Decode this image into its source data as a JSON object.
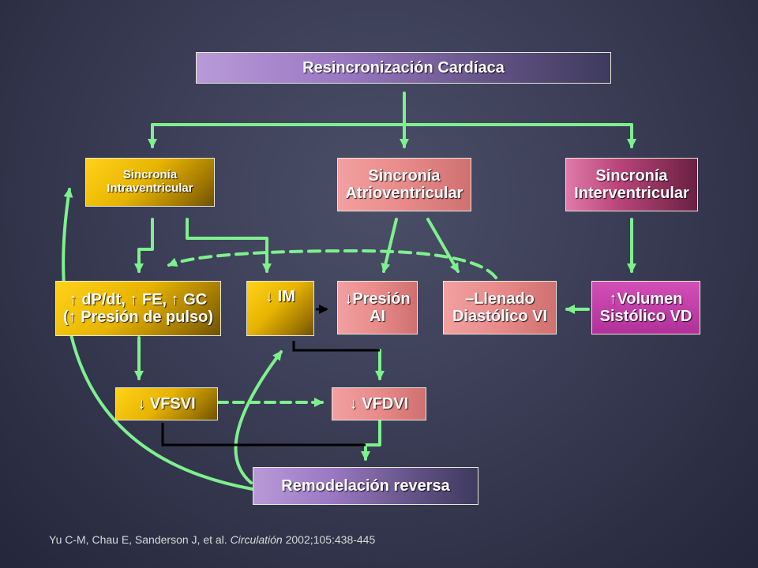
{
  "title": "Resincronización Cardíaca",
  "sincronia_intra": {
    "line1": "Sincronía",
    "line2": "Intraventricular"
  },
  "sincronia_atrio": {
    "line1": "Sincronía",
    "line2": "Atrioventricular"
  },
  "sincronia_inter": {
    "line1": "Sincronía",
    "line2": "Interventricular"
  },
  "dpdt": {
    "line1": "↑ dP/dt, ↑ FE, ↑ GC",
    "line2": "(↑ Presión de pulso)"
  },
  "im": {
    "label": "↓ IM"
  },
  "presion_ai": {
    "line1": "↓Presión",
    "line2": "AI"
  },
  "llenado": {
    "line1": "–Llenado",
    "line2": "Diastólico VI"
  },
  "volumen": {
    "line1": "↑Volumen",
    "line2": "Sistólico VD"
  },
  "vfsvi": {
    "label": "↓ VFSVI"
  },
  "vfdvi": {
    "label": "↓ VFDVI"
  },
  "remodelacion": {
    "label": "Remodelación reversa"
  },
  "citation": {
    "authors": "Yu C-M, Chau E, Sanderson J, et al.",
    "journal": "Circulatión",
    "details": "2002;105:438-445"
  },
  "colors": {
    "arrow_green": "#7ff08e",
    "connector_black": "#000000",
    "citation_text": "#d9d9d9"
  }
}
